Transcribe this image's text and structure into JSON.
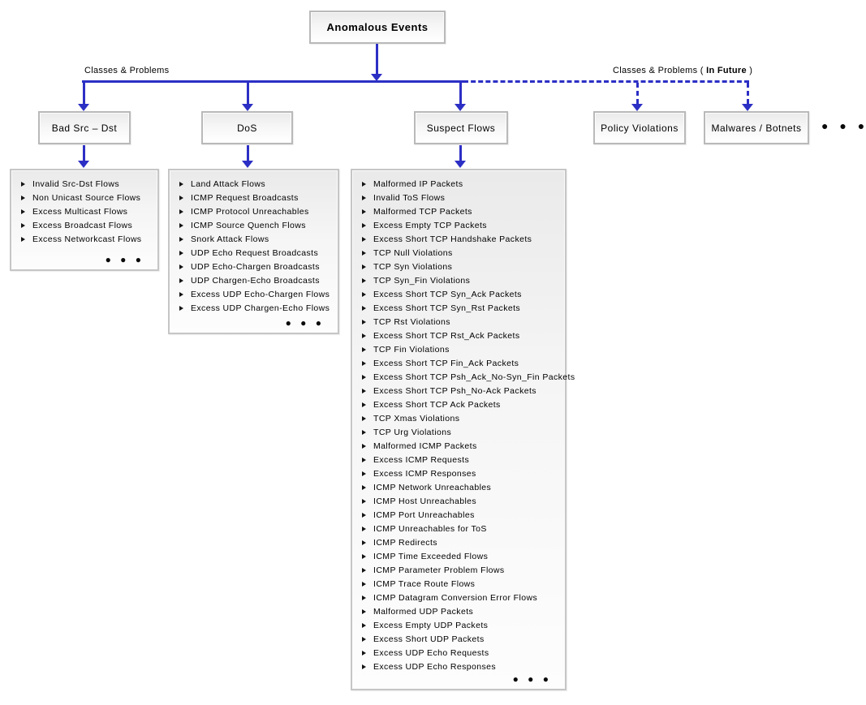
{
  "root": {
    "label": "Anomalous Events"
  },
  "branches": {
    "current_label": "Classes & Problems",
    "future_label_prefix": "Classes & Problems ( ",
    "future_label_bold": "In Future",
    "future_label_suffix": " )"
  },
  "categories": {
    "bad_src_dst": {
      "label": "Bad Src – Dst"
    },
    "dos": {
      "label": "DoS"
    },
    "suspect_flows": {
      "label": "Suspect Flows"
    },
    "policy_violations": {
      "label": "Policy Violations"
    },
    "malwares_botnets": {
      "label": "Malwares / Botnets"
    }
  },
  "more_categories_dots": "● ● ●",
  "more_items_dots": "● ● ●",
  "lists": {
    "bad_src_dst": {
      "items": [
        "Invalid Src-Dst Flows",
        "Non Unicast Source Flows",
        "Excess Multicast Flows",
        "Excess Broadcast Flows",
        "Excess Networkcast Flows"
      ]
    },
    "dos": {
      "items": [
        "Land Attack Flows",
        "ICMP Request Broadcasts",
        "ICMP Protocol Unreachables",
        "ICMP Source Quench Flows",
        "Snork Attack Flows",
        "UDP Echo Request Broadcasts",
        "UDP Echo-Chargen Broadcasts",
        "UDP Chargen-Echo Broadcasts",
        "Excess UDP Echo-Chargen Flows",
        "Excess UDP Chargen-Echo Flows"
      ]
    },
    "suspect_flows": {
      "items": [
        "Malformed IP Packets",
        "Invalid ToS Flows",
        "Malformed TCP Packets",
        "Excess Empty TCP Packets",
        "Excess Short TCP Handshake Packets",
        "TCP Null Violations",
        "TCP Syn Violations",
        "TCP Syn_Fin Violations",
        "Excess Short TCP Syn_Ack Packets",
        "Excess Short TCP Syn_Rst Packets",
        "TCP Rst Violations",
        "Excess Short TCP Rst_Ack Packets",
        "TCP Fin Violations",
        "Excess Short TCP Fin_Ack Packets",
        "Excess Short TCP Psh_Ack_No-Syn_Fin Packets",
        "Excess Short TCP Psh_No-Ack Packets",
        "Excess Short TCP Ack Packets",
        "TCP Xmas Violations",
        "TCP Urg Violations",
        "Malformed ICMP Packets",
        "Excess ICMP Requests",
        "Excess ICMP Responses",
        "ICMP Network Unreachables",
        "ICMP Host Unreachables",
        "ICMP Port Unreachables",
        "ICMP Unreachables for ToS",
        "ICMP Redirects",
        "ICMP Time Exceeded Flows",
        "ICMP Parameter Problem Flows",
        "ICMP Trace Route Flows",
        "ICMP Datagram Conversion Error Flows",
        "Malformed UDP Packets",
        "Excess Empty UDP Packets",
        "Excess Short UDP Packets",
        "Excess UDP Echo Requests",
        "Excess UDP Echo Responses"
      ]
    }
  },
  "colors": {
    "connector_blue": "#2c2fc4",
    "box_border": "#b9b9b9",
    "text": "#000000"
  }
}
